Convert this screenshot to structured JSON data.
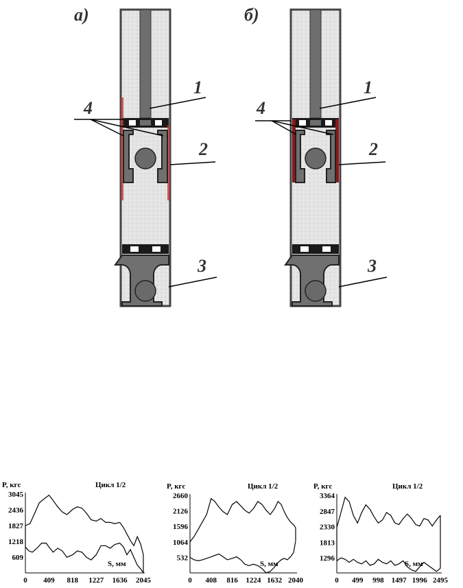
{
  "figure": {
    "panel_a_label": "а)",
    "panel_b_label": "б)",
    "callouts": [
      "1",
      "2",
      "3",
      "4"
    ]
  },
  "colors": {
    "sand": "#e2e2e2",
    "steel": "#707070",
    "sleeve": "#8b1a1a",
    "line": "#000000"
  },
  "chart_data": [
    {
      "type": "line",
      "title": "Цикл 1/2",
      "ylabel": "P, кгс",
      "xlabel": "S, мм",
      "xticks": [
        0,
        409,
        818,
        1227,
        1636,
        2045
      ],
      "yticks": [
        609,
        1218,
        1827,
        2436,
        3045
      ],
      "xlim": [
        0,
        2045
      ],
      "ylim": [
        0,
        3045
      ],
      "series": [
        {
          "x": [
            0,
            80,
            160,
            240,
            320,
            409,
            480,
            560,
            640,
            720,
            818,
            900,
            980,
            1060,
            1140,
            1227,
            1310,
            1390,
            1470,
            1550,
            1636,
            1700,
            1760,
            1820,
            1880,
            1940,
            2000,
            2045
          ],
          "values": [
            1827,
            1900,
            2300,
            2700,
            2850,
            3000,
            2800,
            2550,
            2350,
            2250,
            2450,
            2550,
            2500,
            2300,
            2050,
            2000,
            2100,
            1950,
            1950,
            1900,
            1950,
            1750,
            1500,
            1250,
            1050,
            1400,
            1100,
            700
          ]
        },
        {
          "x": [
            0,
            60,
            120,
            200,
            280,
            360,
            409,
            480,
            560,
            640,
            720,
            818,
            900,
            980,
            1060,
            1140,
            1227,
            1310,
            1390,
            1470,
            1550,
            1636,
            1700,
            1760,
            1820,
            1880,
            1940,
            2000,
            2045
          ],
          "values": [
            1000,
            850,
            800,
            950,
            1150,
            1150,
            1000,
            800,
            950,
            850,
            600,
            700,
            850,
            800,
            600,
            500,
            700,
            1050,
            1050,
            950,
            1100,
            1150,
            1000,
            700,
            900,
            600,
            300,
            150,
            0
          ]
        }
      ]
    },
    {
      "type": "line",
      "title": "Цикл 1/2",
      "ylabel": "P, кгс",
      "xlabel": "S, мм",
      "xticks": [
        0,
        408,
        816,
        1224,
        1632,
        2040
      ],
      "yticks": [
        532,
        1064,
        1596,
        2126,
        2660
      ],
      "xlim": [
        0,
        2040
      ],
      "ylim": [
        0,
        2660
      ],
      "series": [
        {
          "x": [
            0,
            80,
            160,
            240,
            320,
            408,
            480,
            560,
            640,
            720,
            816,
            900,
            980,
            1060,
            1140,
            1224,
            1310,
            1390,
            1470,
            1550,
            1632,
            1700,
            1760,
            1820,
            1880,
            1940,
            2000,
            2040
          ],
          "values": [
            1064,
            1250,
            1500,
            1750,
            2000,
            2550,
            2450,
            2250,
            2100,
            2000,
            2350,
            2450,
            2300,
            2150,
            2050,
            2200,
            2450,
            2350,
            2150,
            2000,
            2200,
            2450,
            2350,
            2100,
            1900,
            1750,
            1650,
            1550
          ]
        },
        {
          "x": [
            0,
            80,
            160,
            240,
            320,
            408,
            480,
            560,
            640,
            720,
            816,
            900,
            980,
            1060,
            1140,
            1224,
            1310,
            1390,
            1470,
            1550,
            1632,
            1700,
            1760,
            1820,
            1880,
            1940,
            2000,
            2040
          ],
          "values": [
            532,
            450,
            420,
            450,
            500,
            550,
            600,
            650,
            550,
            450,
            500,
            550,
            450,
            300,
            250,
            300,
            250,
            150,
            0,
            50,
            200,
            350,
            450,
            500,
            450,
            550,
            700,
            1100
          ]
        }
      ]
    },
    {
      "type": "line",
      "title": "Цикл 1/2",
      "ylabel": "P, кгс",
      "xlabel": "S, мм",
      "xticks": [
        0,
        499,
        998,
        1497,
        1996,
        2495
      ],
      "yticks": [
        1296,
        1813,
        2330,
        2847,
        3364
      ],
      "xlim": [
        0,
        2495
      ],
      "ylim": [
        800,
        3364
      ],
      "series": [
        {
          "x": [
            0,
            100,
            200,
            300,
            400,
            499,
            600,
            700,
            800,
            900,
            998,
            1100,
            1200,
            1300,
            1400,
            1497,
            1600,
            1700,
            1800,
            1900,
            1996,
            2100,
            2200,
            2300,
            2400,
            2495
          ],
          "values": [
            2300,
            2800,
            3300,
            3150,
            2700,
            2450,
            2800,
            3050,
            2900,
            2650,
            2450,
            2550,
            2800,
            2700,
            2450,
            2400,
            2600,
            2750,
            2600,
            2400,
            2350,
            2600,
            2550,
            2350,
            2550,
            2700
          ]
        },
        {
          "x": [
            0,
            100,
            200,
            300,
            400,
            499,
            600,
            700,
            800,
            900,
            998,
            1100,
            1200,
            1300,
            1400,
            1497,
            1600,
            1700,
            1800,
            1900,
            1996,
            2100,
            2200,
            2300,
            2400,
            2495
          ],
          "values": [
            1200,
            1300,
            1250,
            1150,
            1250,
            1150,
            1100,
            1200,
            1050,
            1100,
            1250,
            1150,
            1100,
            1200,
            1050,
            1100,
            1200,
            1000,
            900,
            850,
            1000,
            1150,
            1050,
            950,
            850,
            950
          ]
        }
      ]
    }
  ]
}
